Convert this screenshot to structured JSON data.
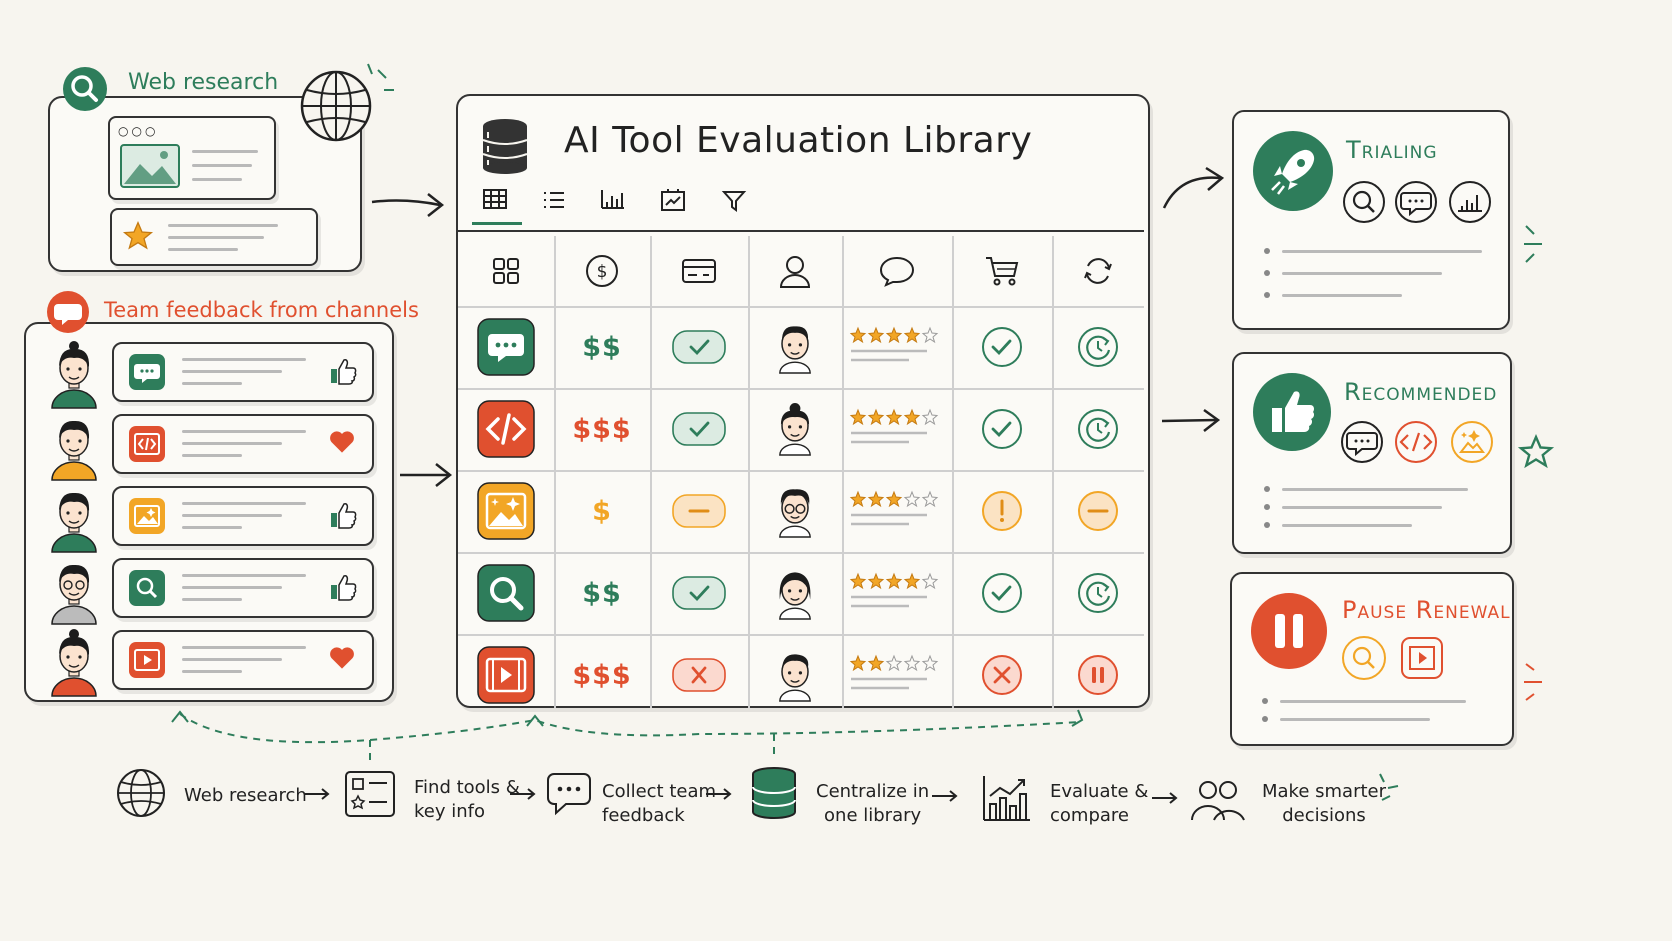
{
  "sources": {
    "web_research_title": "Web research",
    "team_feedback_title": "Team feedback from channels"
  },
  "library": {
    "title": "AI Tool Evaluation Library",
    "view_icons": [
      "table-icon",
      "list-icon",
      "bar-chart-icon",
      "chart-board-icon",
      "filter-icon"
    ],
    "column_icons": [
      "grid-icon",
      "dollar-icon",
      "card-icon",
      "person-icon",
      "comment-icon",
      "cart-icon",
      "refresh-icon"
    ],
    "rows": [
      {
        "tool_icon": "chat-icon",
        "tool_color": "#2e7d5b",
        "price": "$$",
        "price_color": "#2e7d5b",
        "license": "check",
        "rating": 4,
        "purchase": "check",
        "renewal": "renew"
      },
      {
        "tool_icon": "code-icon",
        "tool_color": "#e0502f",
        "price": "$$$",
        "price_color": "#e0502f",
        "license": "check",
        "rating": 4,
        "purchase": "check",
        "renewal": "renew"
      },
      {
        "tool_icon": "image-gen-icon",
        "tool_color": "#f2a626",
        "price": "$",
        "price_color": "#f2a626",
        "license": "minus",
        "rating": 3,
        "purchase": "alert",
        "renewal": "minus"
      },
      {
        "tool_icon": "search-icon",
        "tool_color": "#2e7d5b",
        "price": "$$",
        "price_color": "#2e7d5b",
        "license": "check",
        "rating": 4,
        "purchase": "check",
        "renewal": "renew"
      },
      {
        "tool_icon": "video-icon",
        "tool_color": "#e0502f",
        "price": "$$$",
        "price_color": "#e0502f",
        "license": "cross",
        "rating": 2,
        "purchase": "cross",
        "renewal": "pause"
      }
    ]
  },
  "statuses": {
    "trialing": "Trialing",
    "recommended": "Recommended",
    "pause_renewal": "Pause Renewal"
  },
  "flow": {
    "step1": "Web research",
    "step2_a": "Find tools &",
    "step2_b": "key info",
    "step3_a": "Collect team",
    "step3_b": "feedback",
    "step4_a": "Centralize in",
    "step4_b": "one library",
    "step5_a": "Evaluate &",
    "step5_b": "compare",
    "step6_a": "Make smarter",
    "step6_b": "decisions"
  },
  "colors": {
    "green": "#2e7d5b",
    "red": "#e0502f",
    "orange": "#f2a626",
    "star": "#f2a626"
  }
}
